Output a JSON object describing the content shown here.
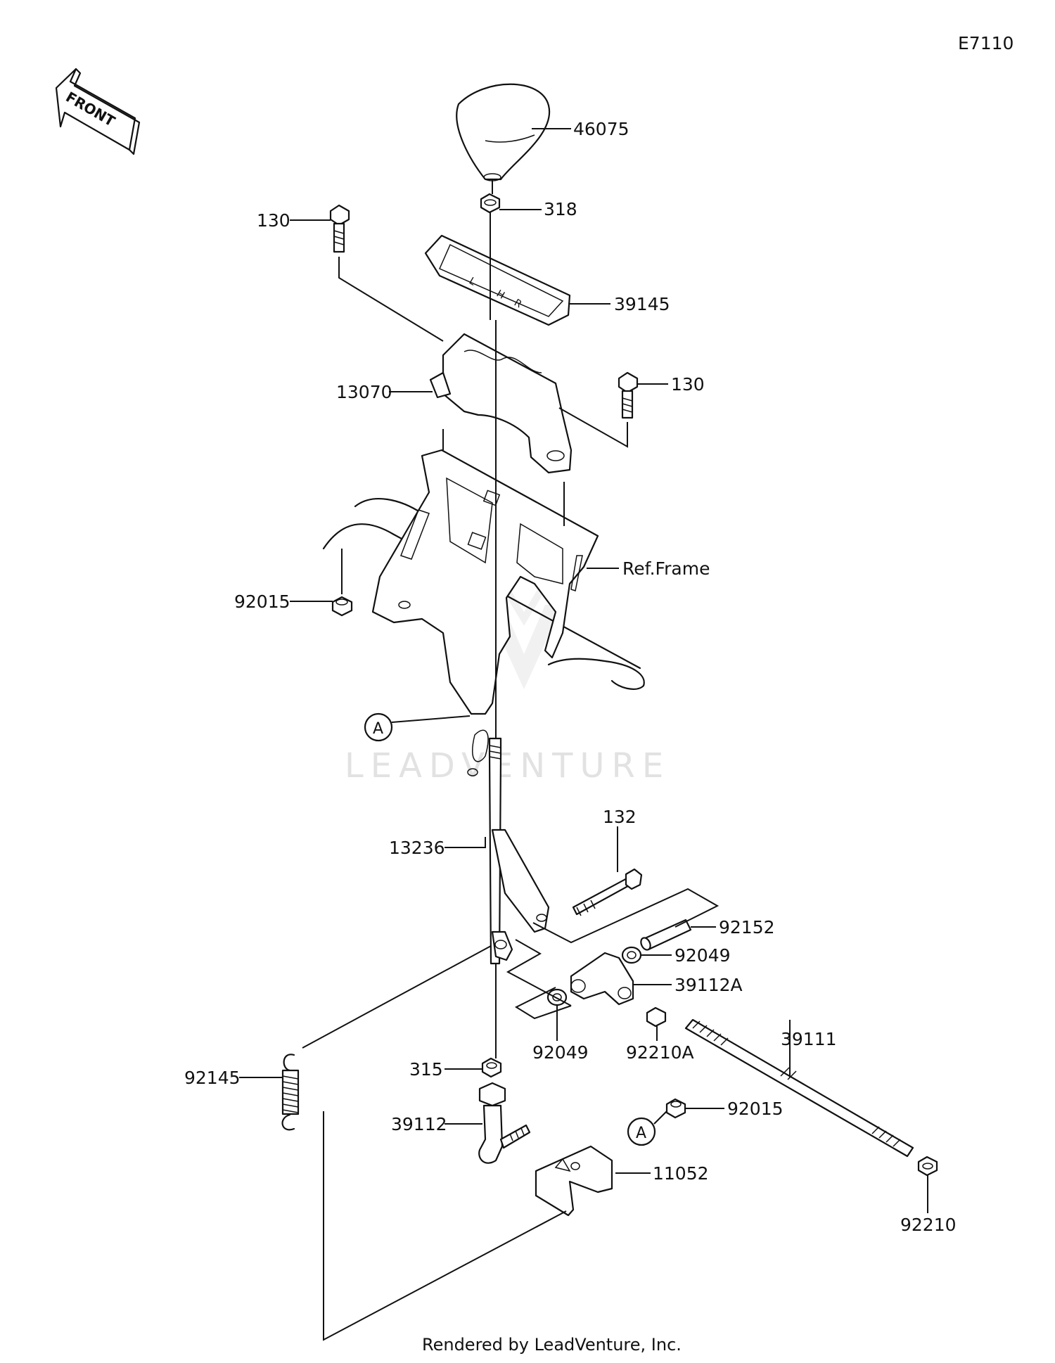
{
  "diagram_code": "E7110",
  "front_label": "FRONT",
  "watermark": "LEADVENTURE",
  "footer": "Rendered by LeadVenture, Inc.",
  "ref_marker": "A",
  "callouts": {
    "p46075": "46075",
    "p318": "318",
    "p130_left": "130",
    "p39145": "39145",
    "p130_right": "130",
    "p13070": "13070",
    "ref_frame": "Ref.Frame",
    "p92015_top": "92015",
    "p132": "132",
    "p13236": "13236",
    "p92152": "92152",
    "p92049_right": "92049",
    "p39112A": "39112A",
    "p92049_left": "92049",
    "p92210A": "92210A",
    "p39111": "39111",
    "p92145": "92145",
    "p315": "315",
    "p39112": "39112",
    "p92015_bottom": "92015",
    "p11052": "11052",
    "p92210": "92210"
  }
}
